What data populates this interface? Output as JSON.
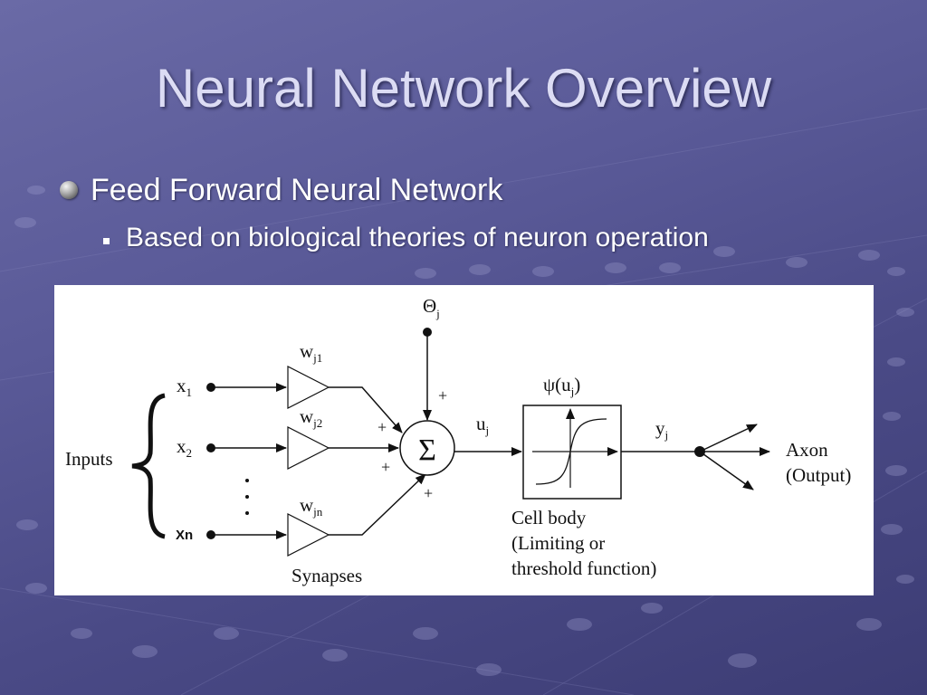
{
  "slide": {
    "title": "Neural Network Overview",
    "bullet_level1": "Feed Forward Neural Network",
    "bullet_level2": "Based on biological theories of neuron operation"
  },
  "diagram": {
    "inputs_label": "Inputs",
    "x1": "x",
    "x1_sub": "1",
    "x2": "x",
    "x2_sub": "2",
    "xn": "Xn",
    "w1": "w",
    "w1_sub": "j1",
    "w2": "w",
    "w2_sub": "j2",
    "wn": "w",
    "wn_sub": "jn",
    "synapses_label": "Synapses",
    "theta": "Θ",
    "theta_sub": "j",
    "plus": "+",
    "sigma": "Σ",
    "u": "u",
    "u_sub": "j",
    "psi": "ψ(u",
    "psi_sub": "j",
    "psi_close": ")",
    "y": "y",
    "y_sub": "j",
    "cell_body_line1": "Cell body",
    "cell_body_line2": "(Limiting or",
    "cell_body_line3": "threshold function)",
    "axon_line1": "Axon",
    "axon_line2": "(Output)"
  },
  "colors": {
    "background": "#5a5a98",
    "title_text": "#dcdcf4",
    "figure_background": "#ffffff",
    "diagram_ink": "#111111"
  },
  "icons": {
    "bullet_level1": "sphere-bullet-icon",
    "bullet_level2": "square-bullet-icon"
  }
}
